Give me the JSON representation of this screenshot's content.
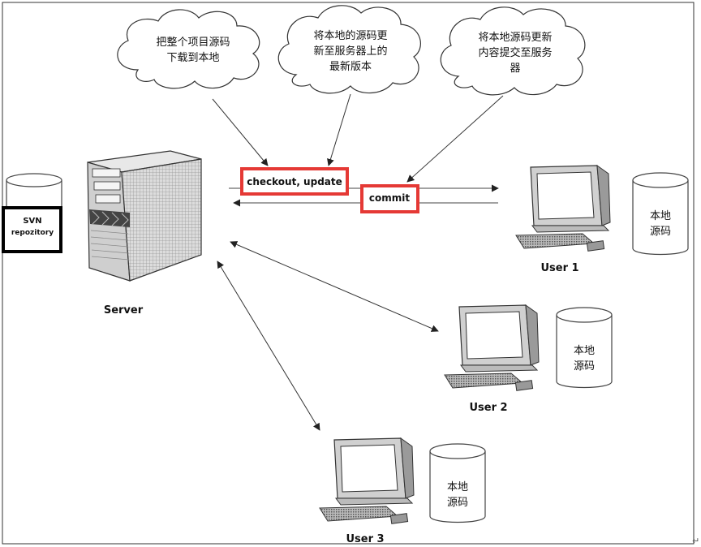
{
  "clouds": [
    {
      "lines": [
        "把整个项目源码",
        "下载到本地"
      ]
    },
    {
      "lines": [
        "将本地的源码更",
        "新至服务器上的",
        "最新版本"
      ]
    },
    {
      "lines": [
        "将本地源码更新",
        "内容提交至服务",
        "器"
      ]
    }
  ],
  "ops": {
    "checkout_update": "checkout, update",
    "commit": "commit"
  },
  "server": {
    "label": "Server",
    "repo_line1": "SVN",
    "repo_line2": "repozitory"
  },
  "users": [
    {
      "label": "User 1",
      "local": [
        "本地",
        "源码"
      ]
    },
    {
      "label": "User 2",
      "local": [
        "本地",
        "源码"
      ]
    },
    {
      "label": "User 3",
      "local": [
        "本地",
        "源码"
      ]
    }
  ],
  "colors": {
    "highlight_red": "#e53935",
    "highlight_black": "#000000",
    "line": "#333333"
  }
}
